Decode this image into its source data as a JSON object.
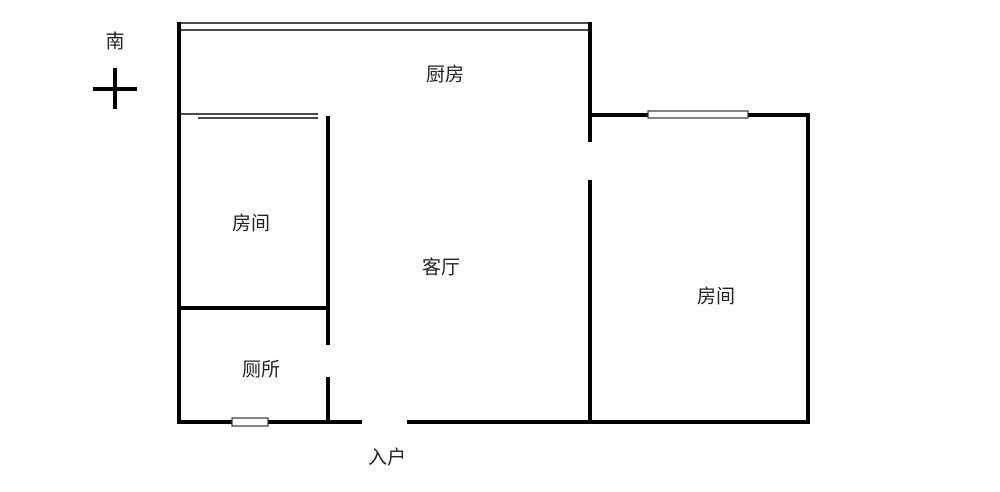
{
  "compass": {
    "label": "南"
  },
  "rooms": {
    "kitchen": "厨房",
    "bedroom_left": "房间",
    "living_room": "客厅",
    "bedroom_right": "房间",
    "toilet": "厕所",
    "entrance": "入户"
  },
  "colors": {
    "wall": "#000000",
    "background": "#ffffff"
  }
}
